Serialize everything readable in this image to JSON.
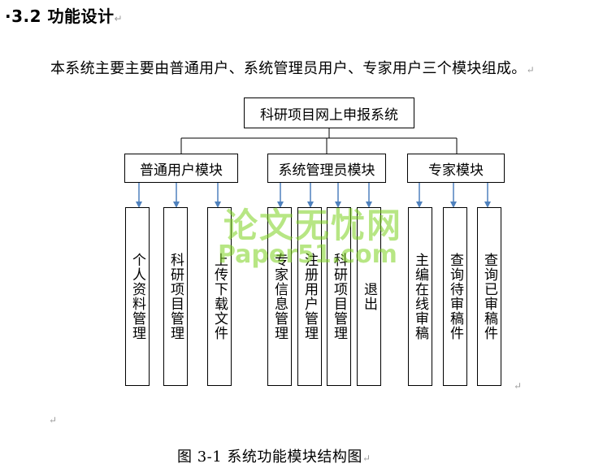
{
  "heading": "·3.2 功能设计",
  "paragraph_mark": "↵",
  "intro": "本系统主要主要由普通用户、系统管理员用户、专家用户三个模块组成。",
  "root": "科研项目网上申报系统",
  "modules": [
    {
      "name": "普通用户模块",
      "items": [
        "个人资料管理",
        "科研项目管理",
        "上传下载文件"
      ]
    },
    {
      "name": "系统管理员模块",
      "items": [
        "专家信息管理",
        "注册用户管理",
        "科研项目管理",
        "退出"
      ]
    },
    {
      "name": "专家模块",
      "items": [
        "主编在线审稿",
        "查询待审稿件",
        "查询已审稿件"
      ]
    }
  ],
  "caption": "图 3-1   系统功能模块结构图",
  "watermark": {
    "line1": "论文无忧网",
    "line2": "Paper51.com"
  },
  "colors": {
    "arrow": "#4f81bd",
    "watermark": "#7ed321"
  }
}
